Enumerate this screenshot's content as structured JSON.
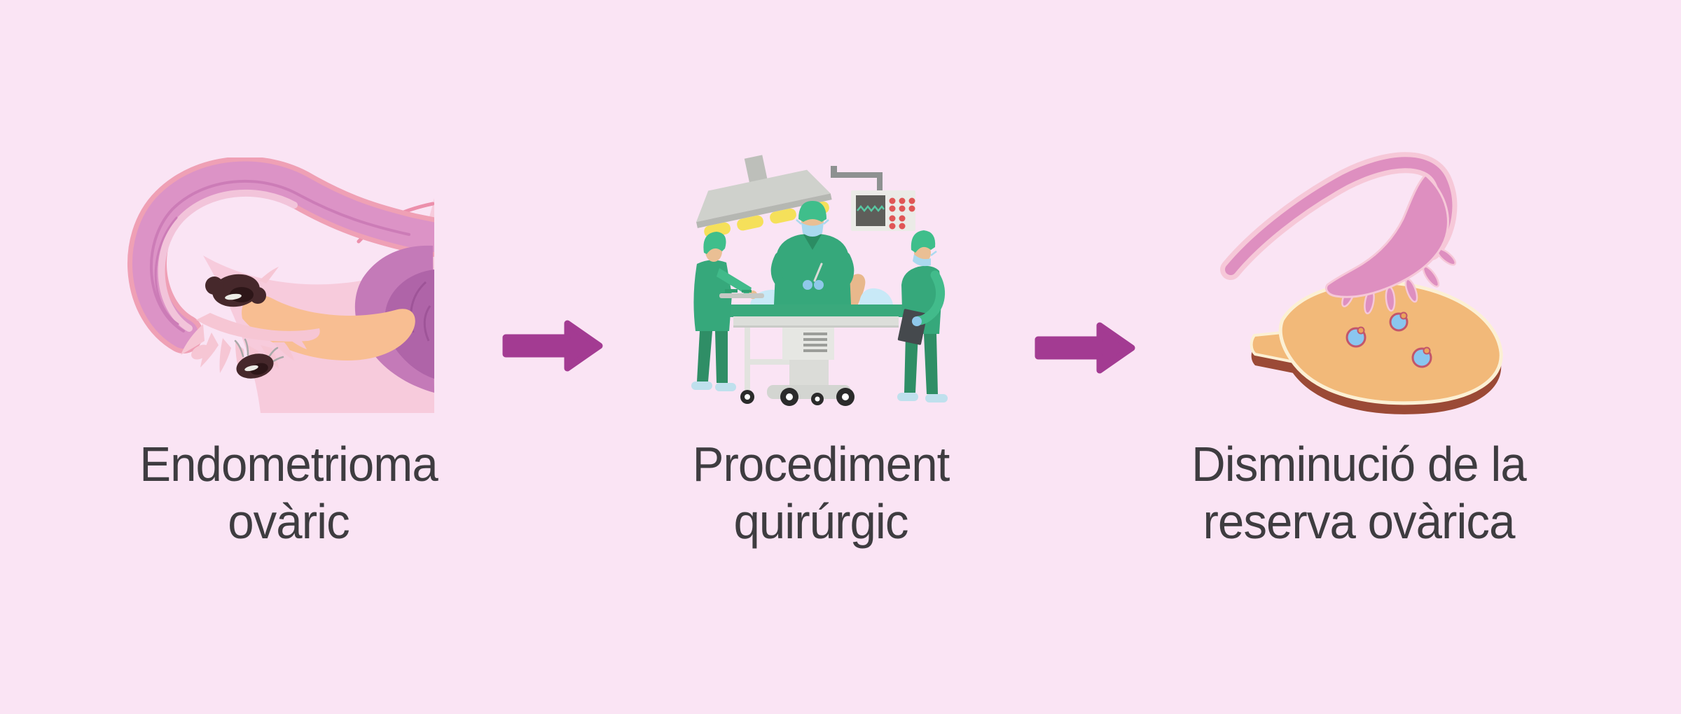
{
  "title": "Ovarian endometrioma surgery flow infographic",
  "colors": {
    "background": "#FAE4F4",
    "arrow": "#A33B92",
    "text": "#3E3C40",
    "scrubs-green": "#36A87B",
    "scrubs-dark-green": "#2F8E66",
    "cap-green": "#3FBE8B",
    "mask-blue": "#AAD9EF",
    "glove-blue": "#8FC8EA",
    "skin": "#EABF94",
    "drape-blue": "#C8E9F7",
    "table-green": "#3AA97C",
    "equipment-gray": "#D3D5D1",
    "lamp-light-yellow": "#F5E05A",
    "monitor-button-red": "#E05656",
    "monitor-wave-teal": "#57C8A2",
    "tube-pink": "#DE8FC0",
    "tube-pale-pink": "#F6C8D8",
    "tube-salmon": "#EFA0B5",
    "tube-orchid": "#DC93C6",
    "tissue-pale-pink": "#F7CBDC",
    "endometrium-purple": "#C47AB8",
    "endometrium-deep-purple": "#AF64A8",
    "ovary-peach": "#F8BE92",
    "ovary-tan": "#F2B979",
    "ovary-cream-outline": "#FCF0D4",
    "ovary-brown-base": "#9B4A36",
    "cyst-dark-brown": "#46282B",
    "cyst-darker-brown": "#2D1618",
    "follicle-blue": "#8AC6EF",
    "follicle-ring-red": "#C2566B",
    "oocyte-orange": "#EBA35D"
  },
  "steps": [
    {
      "illustration": "ovarian-endometrioma",
      "label": {
        "line1": "Endometrioma",
        "line2": "ovàric"
      }
    },
    {
      "illustration": "surgical-procedure",
      "label": {
        "line1": "Procediment",
        "line2": "quirúrgic"
      }
    },
    {
      "illustration": "reduced-ovarian-reserve",
      "label": {
        "line1": "Disminució de la",
        "line2": "reserva ovàrica"
      }
    }
  ],
  "arrows": [
    {
      "name": "right-arrow"
    },
    {
      "name": "right-arrow"
    }
  ]
}
